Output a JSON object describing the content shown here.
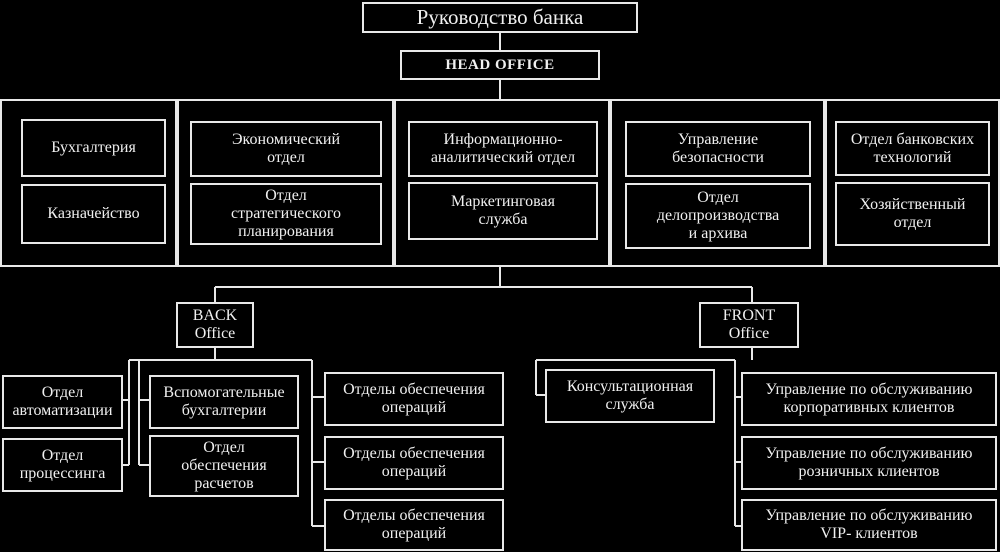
{
  "top": {
    "title": "Руководство банка",
    "head_office": "HEAD OFFICE"
  },
  "departments": {
    "accounting": "Бухгалтерия",
    "treasury": "Казначейство",
    "economic": "Экономический\nотдел",
    "strategic": "Отдел\nстратегического\nпланирования",
    "analytics": "Информационно-\nаналитический отдел",
    "marketing": "Маркетинговая\nслужба",
    "security": "Управление\nбезопасности",
    "records": "Отдел\nделопроизводства\nи архива",
    "banktech": "Отдел банковских\nтехнологий",
    "household": "Хозяйственный\nотдел"
  },
  "back_office": {
    "title": "BACK\nOffice",
    "automation": "Отдел\nавтоматизации",
    "processing": "Отдел\nпроцессинга",
    "aux_accounting": "Вспомогательные\nбухгалтерии",
    "settlements": "Отдел\nобеспечения\nрасчетов",
    "ops_1": "Отделы обеспечения\nопераций",
    "ops_2": "Отделы обеспечения\nопераций",
    "ops_3": "Отделы обеспечения\nопераций"
  },
  "front_office": {
    "title": "FRONT\nOffice",
    "consulting": "Консультационная\nслужба",
    "corporate": "Управление по обслуживанию\nкорпоративных клиентов",
    "retail": "Управление по обслуживанию\nрозничных клиентов",
    "vip": "Управление по обслуживанию\nVIP- клиентов"
  }
}
